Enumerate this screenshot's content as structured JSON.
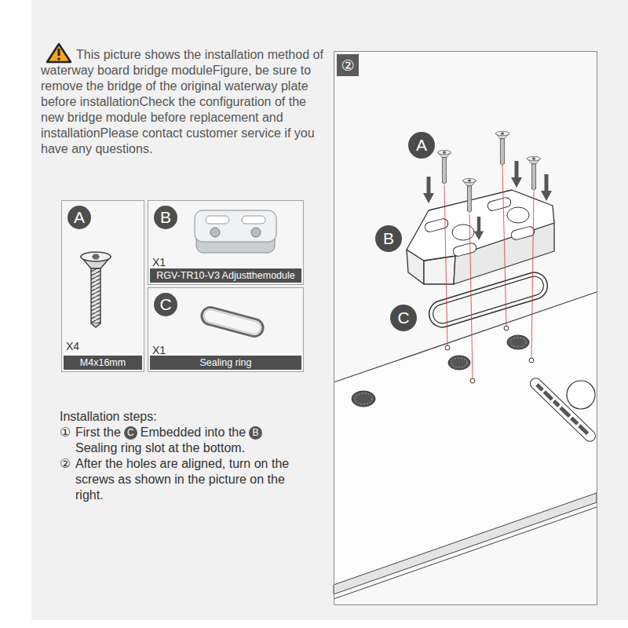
{
  "diagram": {
    "nodes": [
      {
        "text": [
          "A",
          "X4",
          "M4x16mm"
        ]
      },
      {
        "text": [
          "B",
          "X1",
          "RGV-TR10-V3 Adjustthemodule"
        ]
      },
      {
        "text": [
          "C",
          "X1",
          "Sealing ring"
        ]
      },
      {
        "text": [
          "②"
        ]
      },
      {
        "text": [
          "A"
        ],
        "in": 3
      },
      {
        "text": [
          "B"
        ],
        "in": 3
      },
      {
        "text": [
          "C"
        ],
        "in": 3
      }
    ],
    "labels": [
      "This picture shows the installation method of waterway board bridge moduleFigure, be sure to remove the bridge of the original waterway plate before installationCheck the configuration of the new bridge module before replacement and installationPlease contact customer service if you have any questions.",
      "Installation steps:",
      "①",
      "First the",
      "C",
      "Embedded into the",
      "B",
      "Sealing ring slot at the bottom.",
      "②",
      "After the holes are aligned, turn on the screws as shown in the picture on the right."
    ]
  }
}
